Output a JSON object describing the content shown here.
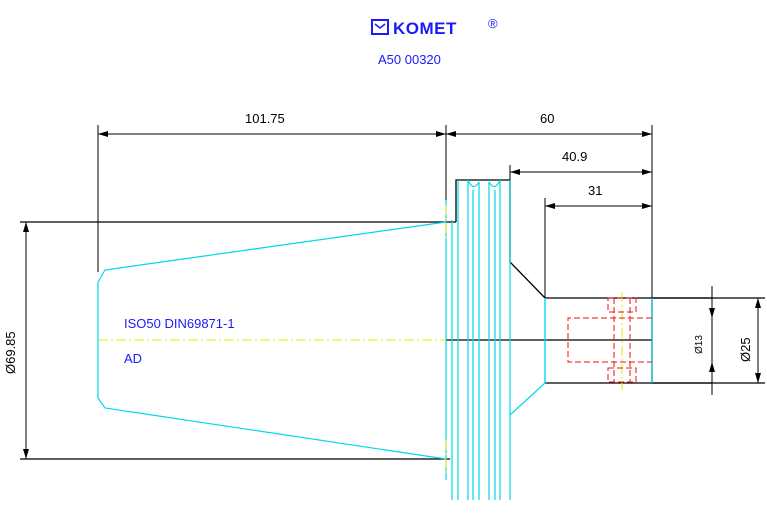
{
  "header": {
    "brand": "KOMET",
    "reg_mark": "®",
    "part_number": "A50 00320",
    "brand_color": "#1a1aff"
  },
  "labels": {
    "taper_standard": "ISO50 DIN69871-1",
    "coolant_form": "AD"
  },
  "dimensions": {
    "taper_length": "101.75",
    "overall_length": "60",
    "length_2": "40.9",
    "length_3": "31",
    "flange_diameter": "Ø69.85",
    "bore_diameter": "Ø13",
    "outer_diameter": "Ø25"
  },
  "colors": {
    "outline": "#000000",
    "body": "#00d8e8",
    "centerline": "#e8e800",
    "hidden": "#ee1111",
    "text": "#1a1aff"
  }
}
